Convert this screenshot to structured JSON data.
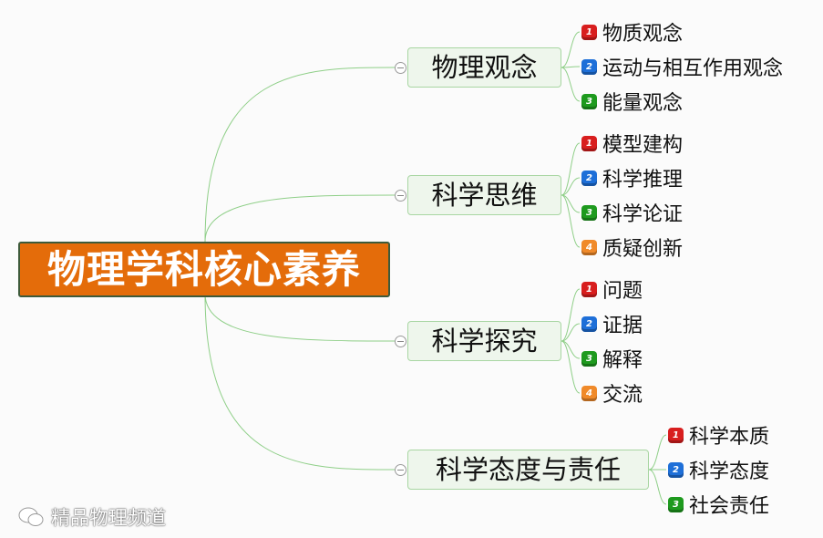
{
  "root": "物理学科核心素养",
  "badge_colors": {
    "1": "#d81e1e",
    "2": "#1e6fd8",
    "3": "#1e9a1e",
    "4": "#f08a2a"
  },
  "branches": [
    {
      "label": "物理观念",
      "items": [
        "物质观念",
        "运动与相互作用观念",
        "能量观念"
      ]
    },
    {
      "label": "科学思维",
      "items": [
        "模型建构",
        "科学推理",
        "科学论证",
        "质疑创新"
      ]
    },
    {
      "label": "科学探究",
      "items": [
        "问题",
        "证据",
        "解释",
        "交流"
      ]
    },
    {
      "label": "科学态度与责任",
      "items": [
        "科学本质",
        "科学态度",
        "社会责任"
      ]
    }
  ],
  "watermark": "精品物理频道"
}
